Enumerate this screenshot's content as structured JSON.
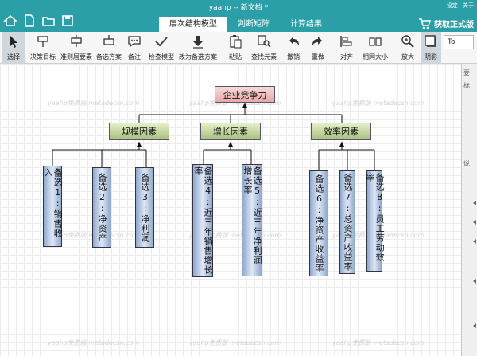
{
  "app": {
    "title": "yaahp -- 新文档 *"
  },
  "titlebar": {
    "settings": "设定",
    "about": "关于",
    "buy_label": "获取正式版"
  },
  "tabs": [
    {
      "label": "层次结构模型",
      "active": true
    },
    {
      "label": "判断矩阵",
      "active": false
    },
    {
      "label": "计算结果",
      "active": false
    }
  ],
  "toolbar": {
    "select": "选择",
    "decision_goal": "决策目标",
    "criteria": "准则层要素",
    "alternatives": "备选方案",
    "note": "备注",
    "check_model": "检查模型",
    "to_alternative": "改为备选方案",
    "paste": "粘贴",
    "find": "查找元素",
    "undo": "撤销",
    "redo": "重做",
    "align": "对齐",
    "same_size": "相同大小",
    "zoom_in": "放大",
    "shadow": "阴影",
    "zoom_value": "To"
  },
  "side_panel": {
    "label1": "要",
    "label2": "标",
    "label3": "说"
  },
  "watermark": "yaahp免费版 metadecsn.com",
  "model": {
    "goal": "企业竞争力",
    "criteria": [
      "规模因素",
      "增长因素",
      "效率因素"
    ],
    "alternatives": [
      "备选1:销售收入",
      "备选2:净资产",
      "备选3:净利润",
      "备选4:近三年销售增长率",
      "备选5:近三年净利润增长率",
      "备选6:净资产收益率",
      "备选7:总资产收益率",
      "备选8:员工劳动效率"
    ]
  }
}
